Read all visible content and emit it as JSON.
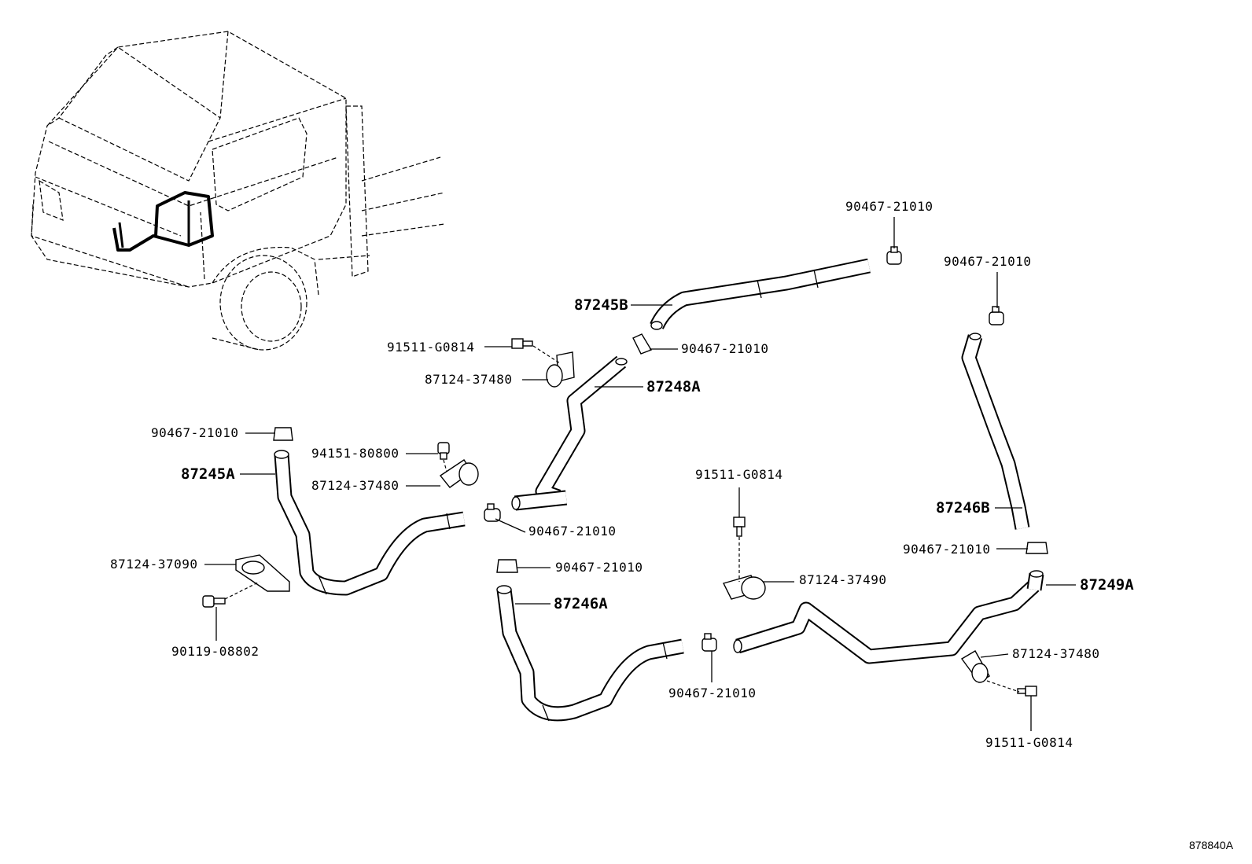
{
  "diagram": {
    "figure_code": "878840A",
    "labels": {
      "clamp_top": "90467-21010",
      "clamp_right_top": "90467-21010",
      "hose_87245b": "87245B",
      "bolt_top": "91511-G0814",
      "clamp_mid": "90467-21010",
      "clip_top": "87124-37480",
      "hose_87248a": "87248A",
      "clamp_left": "90467-21010",
      "bolt_94151": "94151-80800",
      "hose_87245a": "87245A",
      "clip_mid": "87124-37480",
      "clamp_center": "90467-21010",
      "bracket_37090": "87124-37090",
      "clamp_lower_center": "90467-21010",
      "hose_87246a": "87246A",
      "bolt_90119": "90119-08802",
      "clamp_bottom": "90467-21010",
      "bolt_center": "91511-G0814",
      "clip_37490": "87124-37490",
      "hose_87246b": "87246B",
      "clamp_right_mid": "90467-21010",
      "hose_87249a": "87249A",
      "clip_right": "87124-37480",
      "bolt_right": "91511-G0814"
    }
  }
}
